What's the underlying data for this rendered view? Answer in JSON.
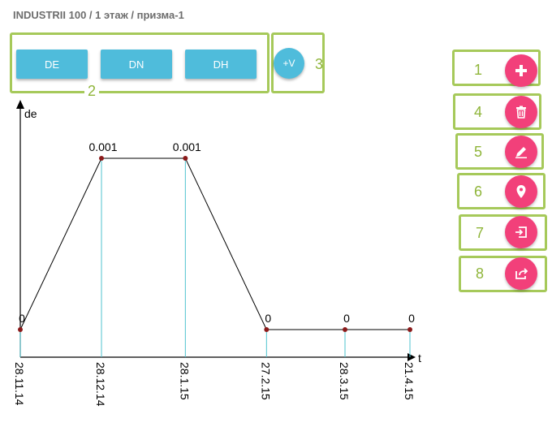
{
  "breadcrumb": "INDUSTRII 100 / 1 этаж / призма-1",
  "components": {
    "buttons": [
      "DE",
      "DN",
      "DH"
    ],
    "add_label": "+V",
    "callout_group": "2",
    "callout_add": "3"
  },
  "toolbar": {
    "items": [
      {
        "num": "1",
        "icon": "plus-icon"
      },
      {
        "num": "4",
        "icon": "trash-icon"
      },
      {
        "num": "5",
        "icon": "pencil-icon"
      },
      {
        "num": "6",
        "icon": "location-pin-icon"
      },
      {
        "num": "7",
        "icon": "import-icon"
      },
      {
        "num": "8",
        "icon": "share-icon"
      }
    ],
    "accent": "#f2407a"
  },
  "colors": {
    "frame": "#a6c95a",
    "button": "#4fbcdb",
    "point": "#8b1a1a",
    "dropline": "#4fc3cf"
  },
  "chart_data": {
    "type": "line",
    "ylabel": "de",
    "xlabel": "t",
    "x": [
      "28.11.14",
      "28.12.14",
      "28.1.15",
      "27.2.15",
      "28.3.15",
      "21.4.15"
    ],
    "x_days": [
      0,
      30,
      61,
      91,
      120,
      144
    ],
    "y": [
      0,
      0.001,
      0.001,
      0,
      0,
      0
    ],
    "point_labels": [
      "0",
      "0.001",
      "0.001",
      "0",
      "0",
      "0"
    ],
    "ylim": [
      0,
      0.001
    ],
    "grid": false
  }
}
